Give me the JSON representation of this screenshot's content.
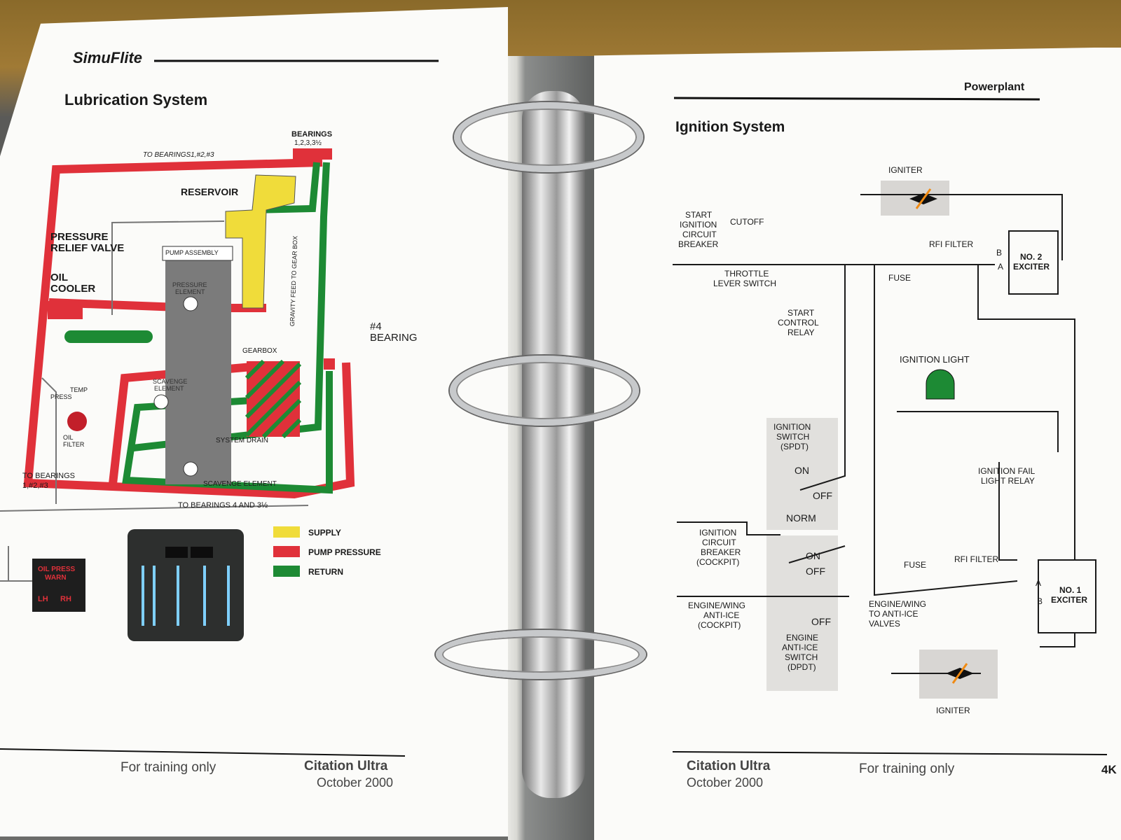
{
  "left_page": {
    "brand": "SimuFlite",
    "title": "Lubrication System",
    "labels": {
      "bearings": "BEARINGS",
      "bearings_nums": "1,2,3,3½",
      "to_bearings_top": "TO BEARINGS1,#2,#3",
      "reservoir": "RESERVOIR",
      "pressure_relief": "PRESSURE",
      "relief_valve": "RELIEF VALVE",
      "oil": "OIL",
      "cooler": "COOLER",
      "pump_assembly": "PUMP ASSEMBLY",
      "pressure_element": "PRESSURE",
      "pressure_element2": "ELEMENT",
      "gravity_feed": "GRAVITY FEED TO GEAR BOX",
      "bearing4a": "#4",
      "bearing4b": "BEARING",
      "gearbox": "GEARBOX",
      "scavenge_element": "SCAVENGE",
      "scavenge_element2": "ELEMENT",
      "system_drain": "SYSTEM DRAIN",
      "oil_filter": "OIL",
      "oil_filter2": "FILTER",
      "temp": "TEMP",
      "press": "PRESS",
      "to_bearings_bottom": "TO BEARINGS",
      "to_bearings_bottom2": "1,#2,#3",
      "scavenge_element_b": "SCAVENGE ELEMENT",
      "to_bearings_4": "TO BEARINGS 4 AND 3½",
      "oil_press_warn": "OIL PRESS",
      "oil_press_warn2": "WARN",
      "lh": "LH",
      "rh": "RH"
    },
    "legend": [
      {
        "label": "SUPPLY",
        "color": "#f0dc3a"
      },
      {
        "label": "PUMP PRESSURE",
        "color": "#e0313a"
      },
      {
        "label": "RETURN",
        "color": "#1d8a34"
      }
    ],
    "footer_note": "For training only",
    "footer_model": "Citation Ultra",
    "footer_date": "October 2000"
  },
  "right_page": {
    "section": "Powerplant",
    "title": "Ignition System",
    "labels": {
      "igniter_top": "IGNITER",
      "start_cb1": "START",
      "start_cb2": "IGNITION",
      "start_cb3": "CIRCUIT",
      "start_cb4": "BREAKER",
      "cutoff": "CUTOFF",
      "throttle1": "THROTTLE",
      "throttle2": "LEVER SWITCH",
      "start_relay1": "START",
      "start_relay2": "CONTROL",
      "start_relay3": "RELAY",
      "fuse_top": "FUSE",
      "rfi_top": "RFI FILTER",
      "no2_exciter1": "NO. 2",
      "no2_exciter2": "EXCITER",
      "b": "B",
      "a": "A",
      "ignition_light": "IGNITION LIGHT",
      "ign_sw1": "IGNITION",
      "ign_sw2": "SWITCH",
      "ign_sw3": "(SPDT)",
      "on": "ON",
      "off": "OFF",
      "norm": "NORM",
      "fail_relay1": "IGNITION FAIL",
      "fail_relay2": "LIGHT RELAY",
      "icb1": "IGNITION",
      "icb2": "CIRCUIT",
      "icb3": "BREAKER",
      "icb4": "(COCKPIT)",
      "on2": "ON",
      "off2": "OFF",
      "fuse_bottom": "FUSE",
      "rfi_bottom": "RFI FILTER",
      "eng_wing1": "ENGINE/WING",
      "eng_wing2": "ANTI-ICE",
      "eng_wing3": "(COCKPIT)",
      "off3": "OFF",
      "eai_sw1": "ENGINE",
      "eai_sw2": "ANTI-ICE",
      "eai_sw3": "SWITCH",
      "eai_sw4": "(DPDT)",
      "to_valves1": "ENGINE/WING",
      "to_valves2": "TO ANTI-ICE",
      "to_valves3": "VALVES",
      "no1_exciter1": "NO. 1",
      "no1_exciter2": "EXCITER",
      "igniter_bottom": "IGNITER"
    },
    "footer_model": "Citation Ultra",
    "footer_date": "October 2000",
    "footer_note": "For training only",
    "page_number": "4K"
  }
}
